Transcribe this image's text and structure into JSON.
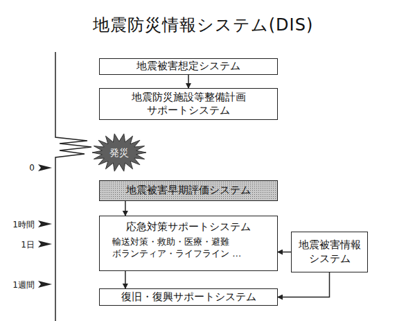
{
  "diagram": {
    "title": "地震防災情報システム(DIS)",
    "nodes": [
      {
        "text": [
          "地震被害想定システム"
        ]
      },
      {
        "text": [
          "地震防災施設等整備計画 サポートシステム"
        ]
      },
      {
        "text": [
          "発災"
        ]
      },
      {
        "text": [
          "地震被害早期評価システム"
        ]
      },
      {
        "text": [
          "応急対策サポートシステム",
          "輸送対策・救助・医療・避難 ボランティア・ライフライン …"
        ]
      },
      {
        "text": [
          "地震被害情報 システム"
        ]
      },
      {
        "text": [
          "復旧・復興サポートシステム"
        ]
      }
    ],
    "edges": [
      {
        "from": 0,
        "to": 1,
        "arrow": "to"
      },
      {
        "from": 3,
        "to": 4,
        "arrow": "to"
      },
      {
        "from": 4,
        "to": 6,
        "arrow": "to"
      },
      {
        "from": 5,
        "to": 4,
        "arrow": "to"
      },
      {
        "from": 5,
        "to": 6,
        "arrow": "to"
      }
    ],
    "labels": [
      "0",
      "1時間",
      "1日",
      "1週間"
    ]
  }
}
